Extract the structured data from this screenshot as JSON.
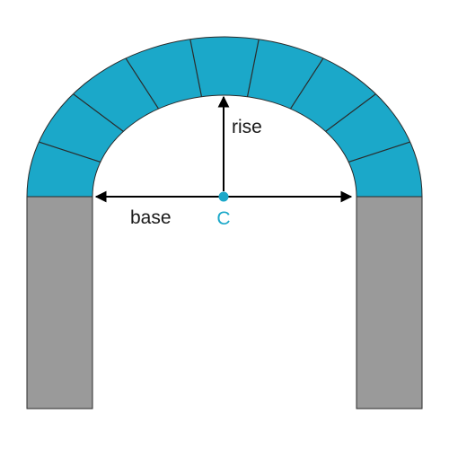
{
  "labels": {
    "rise": "rise",
    "base": "base",
    "center": "C"
  },
  "colors": {
    "voussoir_fill": "#1ba8c9",
    "pier_fill": "#9a9a9a",
    "outline": "#2b2b2b",
    "arrow": "#000000",
    "center_marker": "#1ba8c9",
    "label_text": "#1a1a1a",
    "center_label_text": "#1ba8c9"
  }
}
